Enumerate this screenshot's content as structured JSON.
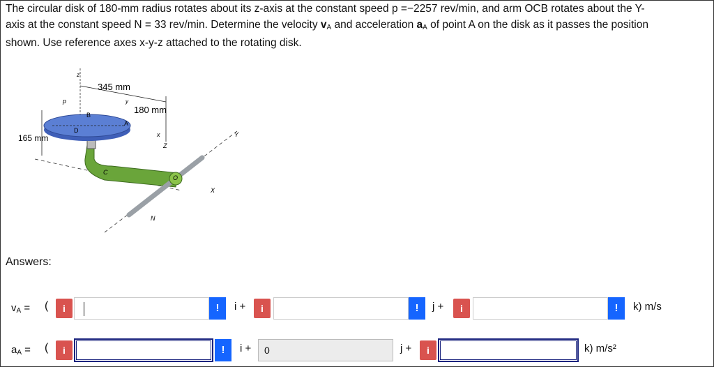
{
  "problem": {
    "line1": "The circular disk of 180-mm radius rotates about its z-axis at the constant speed p =−2257 rev/min, and arm OCB rotates about the Y-",
    "line2a": "axis at the constant speed N = 33 rev/min. Determine the velocity ",
    "v_sym": "v",
    "v_sub": "A",
    "line2b": " and acceleration ",
    "a_sym": "a",
    "a_sub": "A",
    "line2c": " of point A on the disk as it passes the position",
    "line3": "shown. Use reference axes x-y-z attached to the rotating disk."
  },
  "figure": {
    "dim_345": "345 mm",
    "dim_180": "180 mm",
    "dim_165": "165 mm",
    "labels": {
      "z_top": "z",
      "p": "p",
      "y": "y",
      "B": "B",
      "D": "D",
      "A": "A",
      "x": "x",
      "Z": "Z",
      "Y": "Y",
      "C": "C",
      "O": "O",
      "X": "X",
      "N": "N"
    },
    "colors": {
      "disk": "#5b7fd4",
      "arm": "#6aa53a",
      "shaft": "#9aa0a6"
    }
  },
  "answers": {
    "label": "Answers:",
    "vA": {
      "label_sym": "v",
      "label_sub": "A",
      "eq": " =",
      "open": "(",
      "i_value": "",
      "j_value": "",
      "k_value": "",
      "sep_i": "i +",
      "sep_j": "j +",
      "unit": "k) m/s"
    },
    "aA": {
      "label_sym": "a",
      "label_sub": "A",
      "eq": " =",
      "open": "(",
      "i_value": "",
      "j_value": "0",
      "k_value": "",
      "sep_i": "i +",
      "sep_j": "j +",
      "unit": "k) m/s²"
    },
    "info_glyph": "i",
    "warn_glyph": "!"
  }
}
